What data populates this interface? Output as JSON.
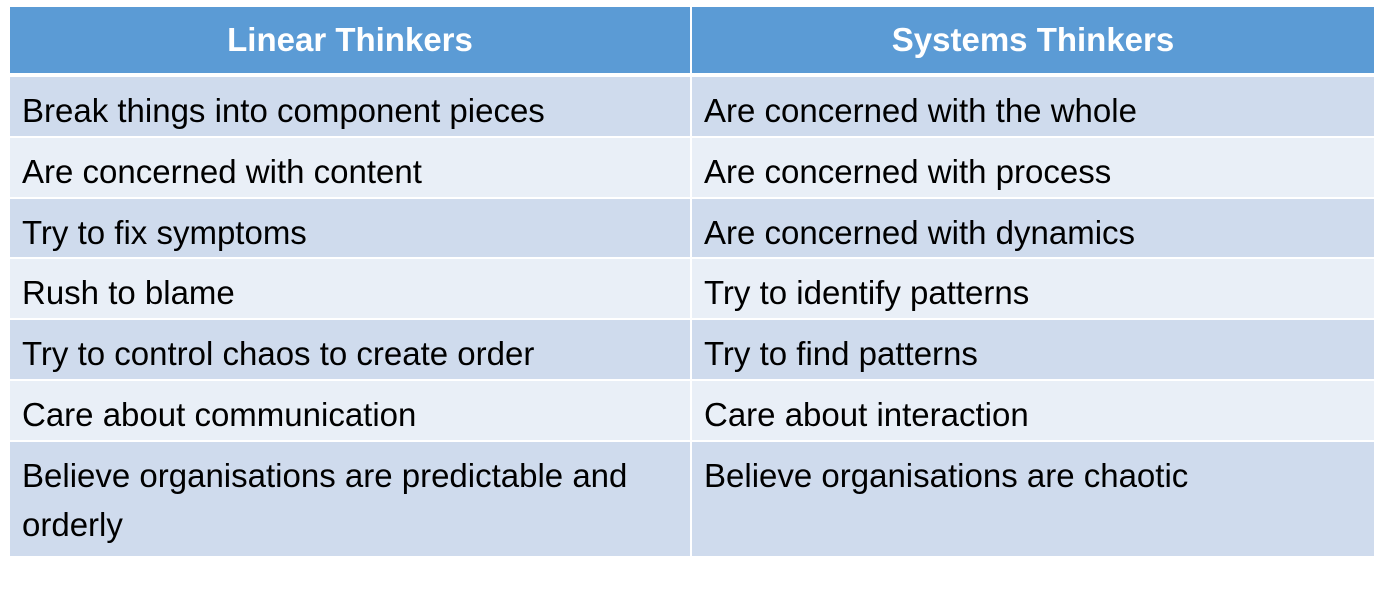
{
  "table": {
    "headers": [
      "Linear Thinkers",
      "Systems Thinkers"
    ],
    "rows": [
      [
        "Break things into component pieces",
        "Are concerned with the whole"
      ],
      [
        "Are concerned with content",
        "Are concerned with process"
      ],
      [
        "Try to fix symptoms",
        "Are concerned with dynamics"
      ],
      [
        "Rush to blame",
        "Try to identify patterns"
      ],
      [
        "Try to control chaos to create order",
        "Try to find patterns"
      ],
      [
        "Care about communication",
        "Care about interaction"
      ],
      [
        "Believe organisations are predictable and orderly",
        "Believe organisations are chaotic"
      ]
    ]
  },
  "colors": {
    "header_bg": "#5b9bd5",
    "row_dark": "#cfdbed",
    "row_light": "#e9eff7"
  }
}
